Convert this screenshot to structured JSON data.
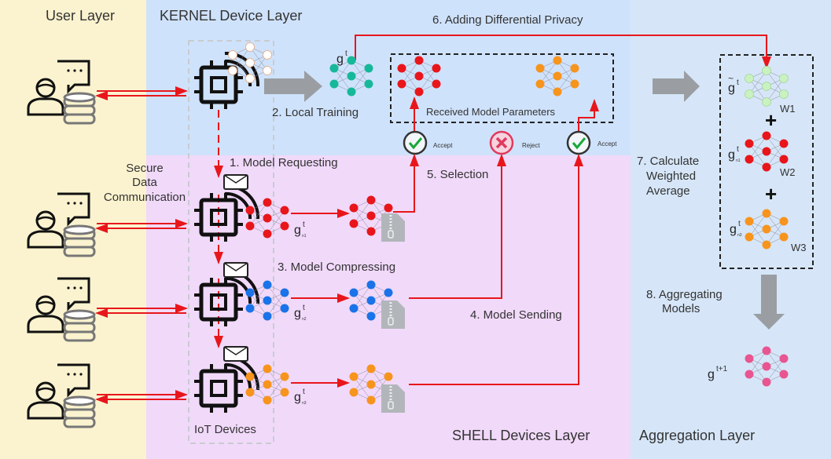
{
  "layers": {
    "user": "User Layer",
    "kernel": "KERNEL Device Layer",
    "shell": "SHELL Devices Layer",
    "aggregation": "Aggregation Layer"
  },
  "steps": {
    "s1": "1. Model Requesting",
    "s2": "2. Local Training",
    "s3": "3. Model Compressing",
    "s4": "4. Model Sending",
    "s5": "5. Selection",
    "s6": "6. Adding Differential Privacy",
    "s7": [
      "7. Calculate",
      "Weighted",
      "Average"
    ],
    "s8": [
      "8. Aggregating",
      "Models"
    ]
  },
  "labels": {
    "secure": [
      "Secure",
      "Data",
      "Communication"
    ],
    "iot_devices": "IoT Devices",
    "received": "Received Model Parameters",
    "accept": "Accept",
    "reject": "Reject",
    "plus": "+",
    "g": "g",
    "t": "t",
    "t1": "t+1",
    "n1": "n1",
    "n2": "n2",
    "n3": "n3",
    "w1": "W1",
    "w2": "W2",
    "w3": "W3",
    "tilde": "~"
  },
  "colors": {
    "user_bg": "#fbf3cf",
    "kernel_bg": "#cfe2fb",
    "shell_bg": "#f1d9fa",
    "agg_bg": "#d6e6f8",
    "arrow": "#e8161b",
    "teal": "#16b89a",
    "red": "#e8161b",
    "blue": "#1a73e8",
    "orange": "#f7941d",
    "lightgreen": "#c9f2c0",
    "pink": "#e85590",
    "white": "#ffffff"
  }
}
